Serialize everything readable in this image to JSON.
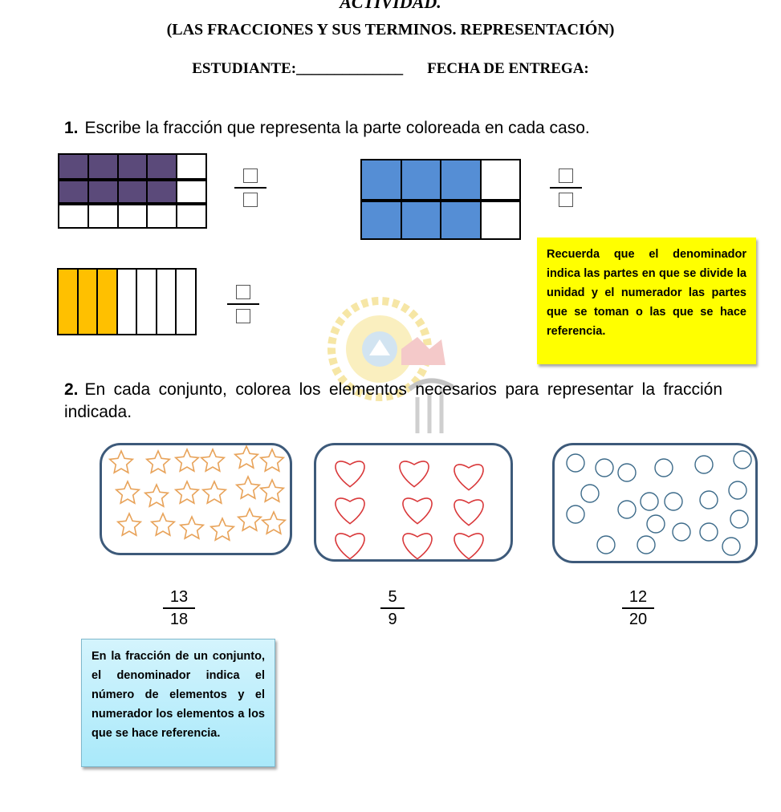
{
  "header": {
    "title": "ACTIVIDAD.",
    "subtitle": "(LAS FRACCIONES Y SUS TERMINOS. REPRESENTACIÓN)",
    "student_label": "ESTUDIANTE:______________",
    "date_label": "FECHA DE ENTREGA:"
  },
  "q1": {
    "number": "1.",
    "text": "Escribe la fracción que representa la parte coloreada en cada caso."
  },
  "note1": "Recuerda que el denominador indica las partes en que se divide la unidad y el numerador las partes que se toman o las que se hace referencia.",
  "q2": {
    "number": "2.",
    "text": "En cada conjunto, colorea los elementos necesarios para representar la fracción indicada."
  },
  "fractions": [
    {
      "numerator": "13",
      "denominator": "18"
    },
    {
      "numerator": "5",
      "denominator": "9"
    },
    {
      "numerator": "12",
      "denominator": "20"
    }
  ],
  "note2": "En la fracción de un conjunto, el denominador indica el número de elementos y el numerador los elementos a los que se hace referencia.",
  "colors": {
    "purple": "#5b4a7a",
    "blue": "#558ed5",
    "yellow": "#ffc000",
    "note_yellow": "#ffff00",
    "note_cyan": "#b5edfb",
    "set_border": "#3d5a7a"
  }
}
